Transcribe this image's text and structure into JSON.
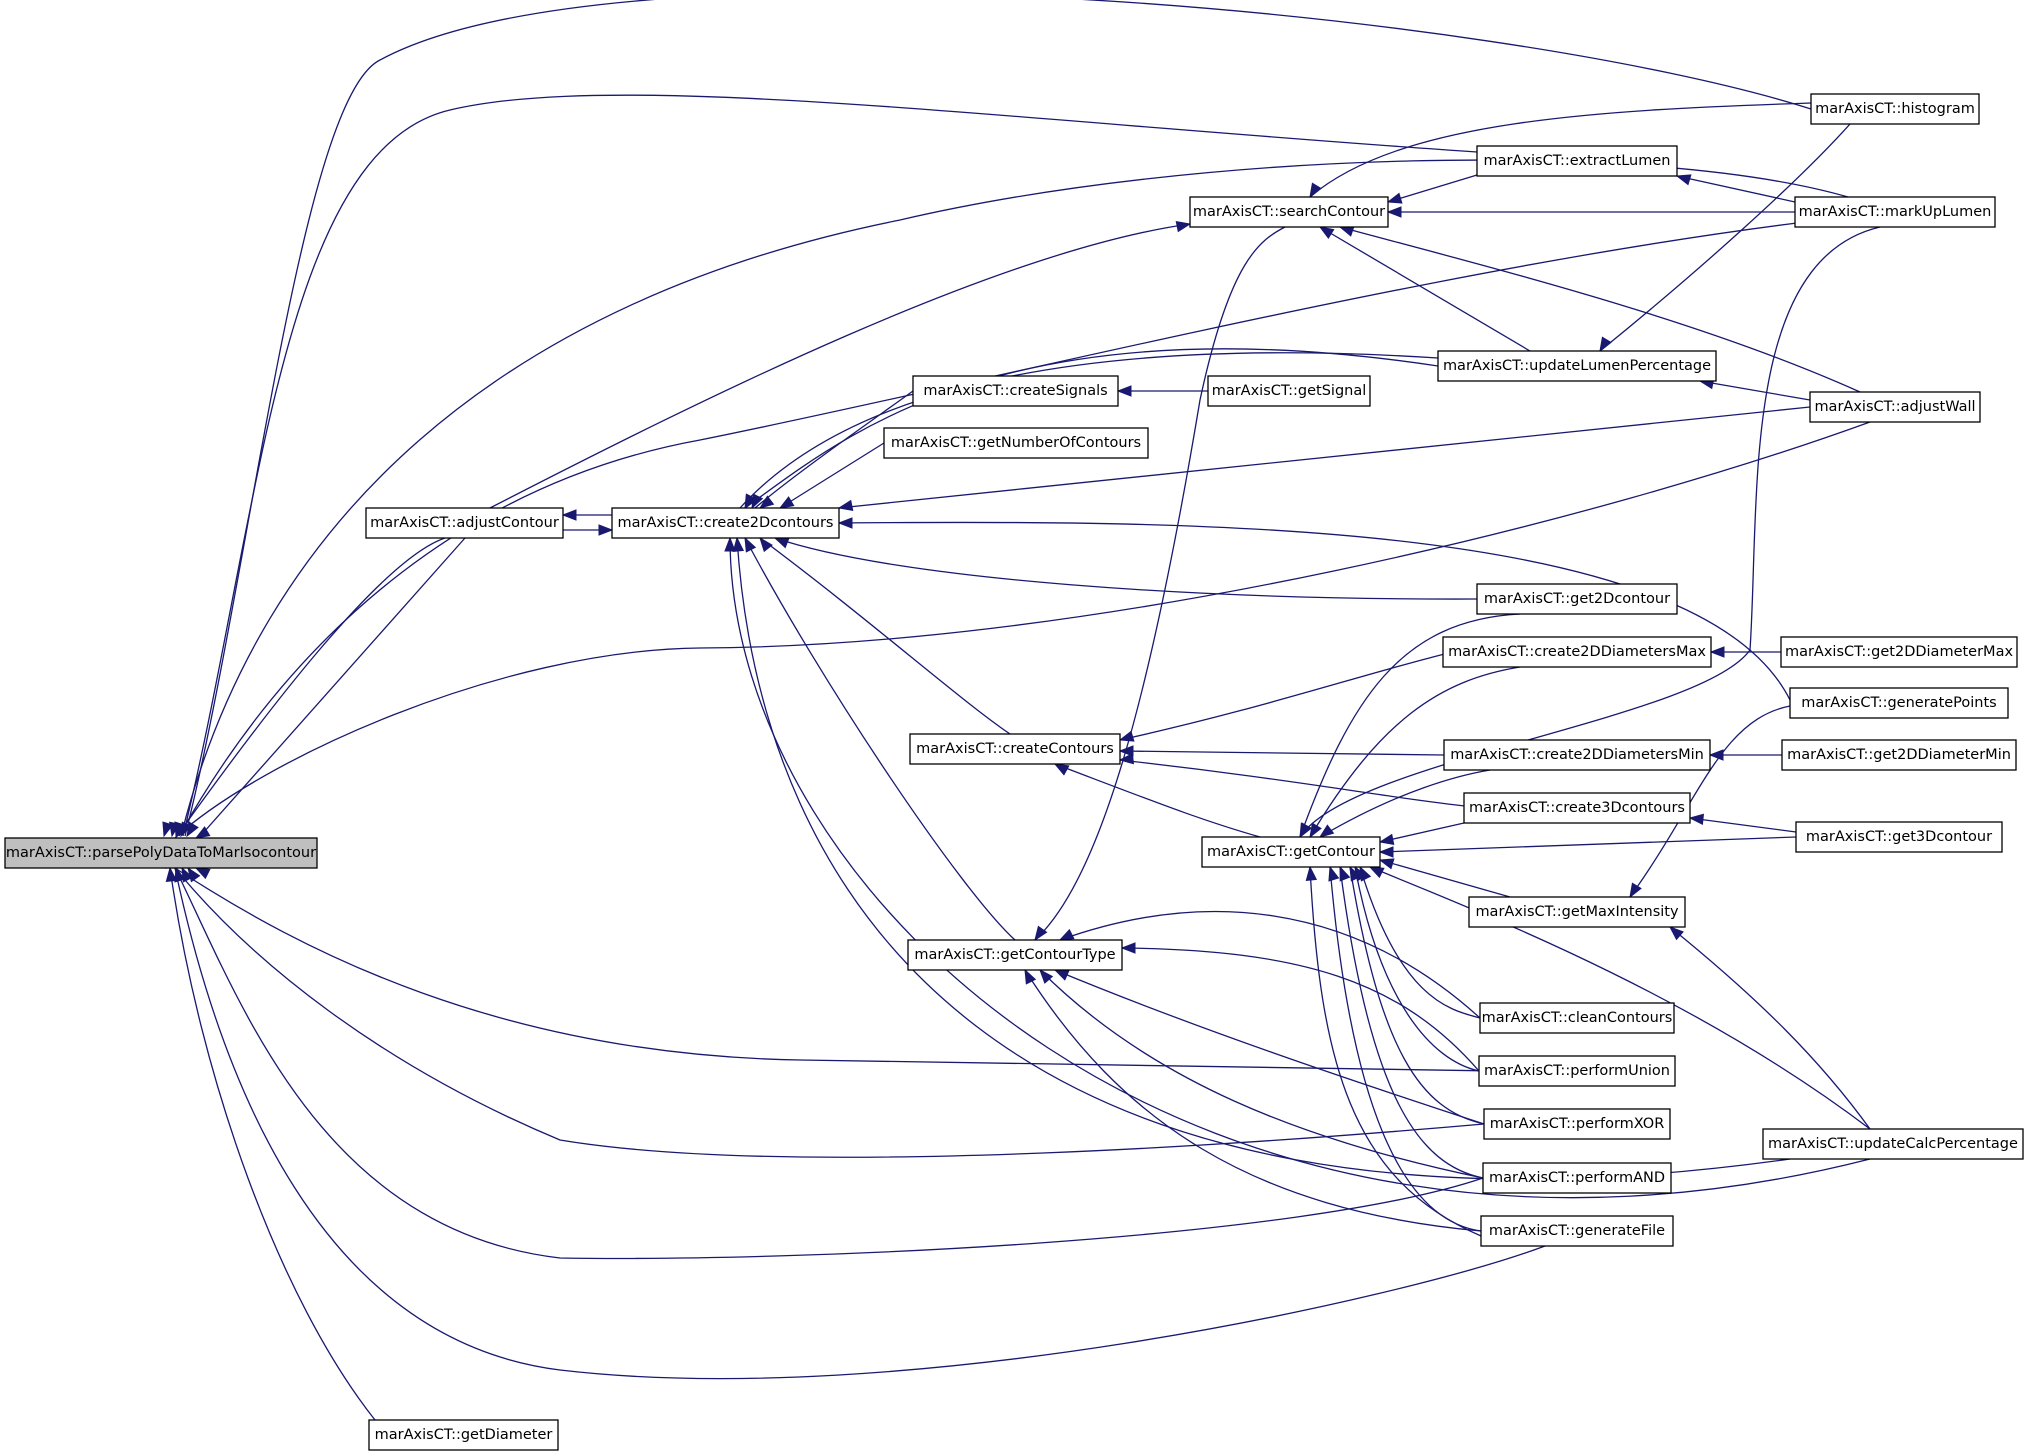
{
  "nodes": {
    "root": "marAxisCT::parsePolyDataToMarIsocontour",
    "adjustContour": "marAxisCT::adjustContour",
    "getDiameter": "marAxisCT::getDiameter",
    "create2Dcontours": "marAxisCT::create2Dcontours",
    "createSignals": "marAxisCT::createSignals",
    "getNumberOfContours": "marAxisCT::getNumberOfContours",
    "createContours": "marAxisCT::createContours",
    "getContourType": "marAxisCT::getContourType",
    "searchContour": "marAxisCT::searchContour",
    "getSignal": "marAxisCT::getSignal",
    "getContour": "marAxisCT::getContour",
    "extractLumen": "marAxisCT::extractLumen",
    "updateLumenPercentage": "marAxisCT::updateLumenPercentage",
    "get2Dcontour": "marAxisCT::get2Dcontour",
    "create2DDiametersMax": "marAxisCT::create2DDiametersMax",
    "create2DDiametersMin": "marAxisCT::create2DDiametersMin",
    "create3Dcontours": "marAxisCT::create3Dcontours",
    "getMaxIntensity": "marAxisCT::getMaxIntensity",
    "cleanContours": "marAxisCT::cleanContours",
    "performUnion": "marAxisCT::performUnion",
    "performXOR": "marAxisCT::performXOR",
    "performAND": "marAxisCT::performAND",
    "generateFile": "marAxisCT::generateFile",
    "histogram": "marAxisCT::histogram",
    "markUpLumen": "marAxisCT::markUpLumen",
    "adjustWall": "marAxisCT::adjustWall",
    "get2DDiameterMax": "marAxisCT::get2DDiameterMax",
    "generatePoints": "marAxisCT::generatePoints",
    "get2DDiameterMin": "marAxisCT::get2DDiameterMin",
    "get3Dcontour": "marAxisCT::get3Dcontour",
    "updateCalcPercentage": "marAxisCT::updateCalcPercentage"
  },
  "colors": {
    "edge": "#191970",
    "root_fill": "#bfbfbf",
    "node_fill": "#ffffff",
    "node_stroke": "#000000"
  }
}
